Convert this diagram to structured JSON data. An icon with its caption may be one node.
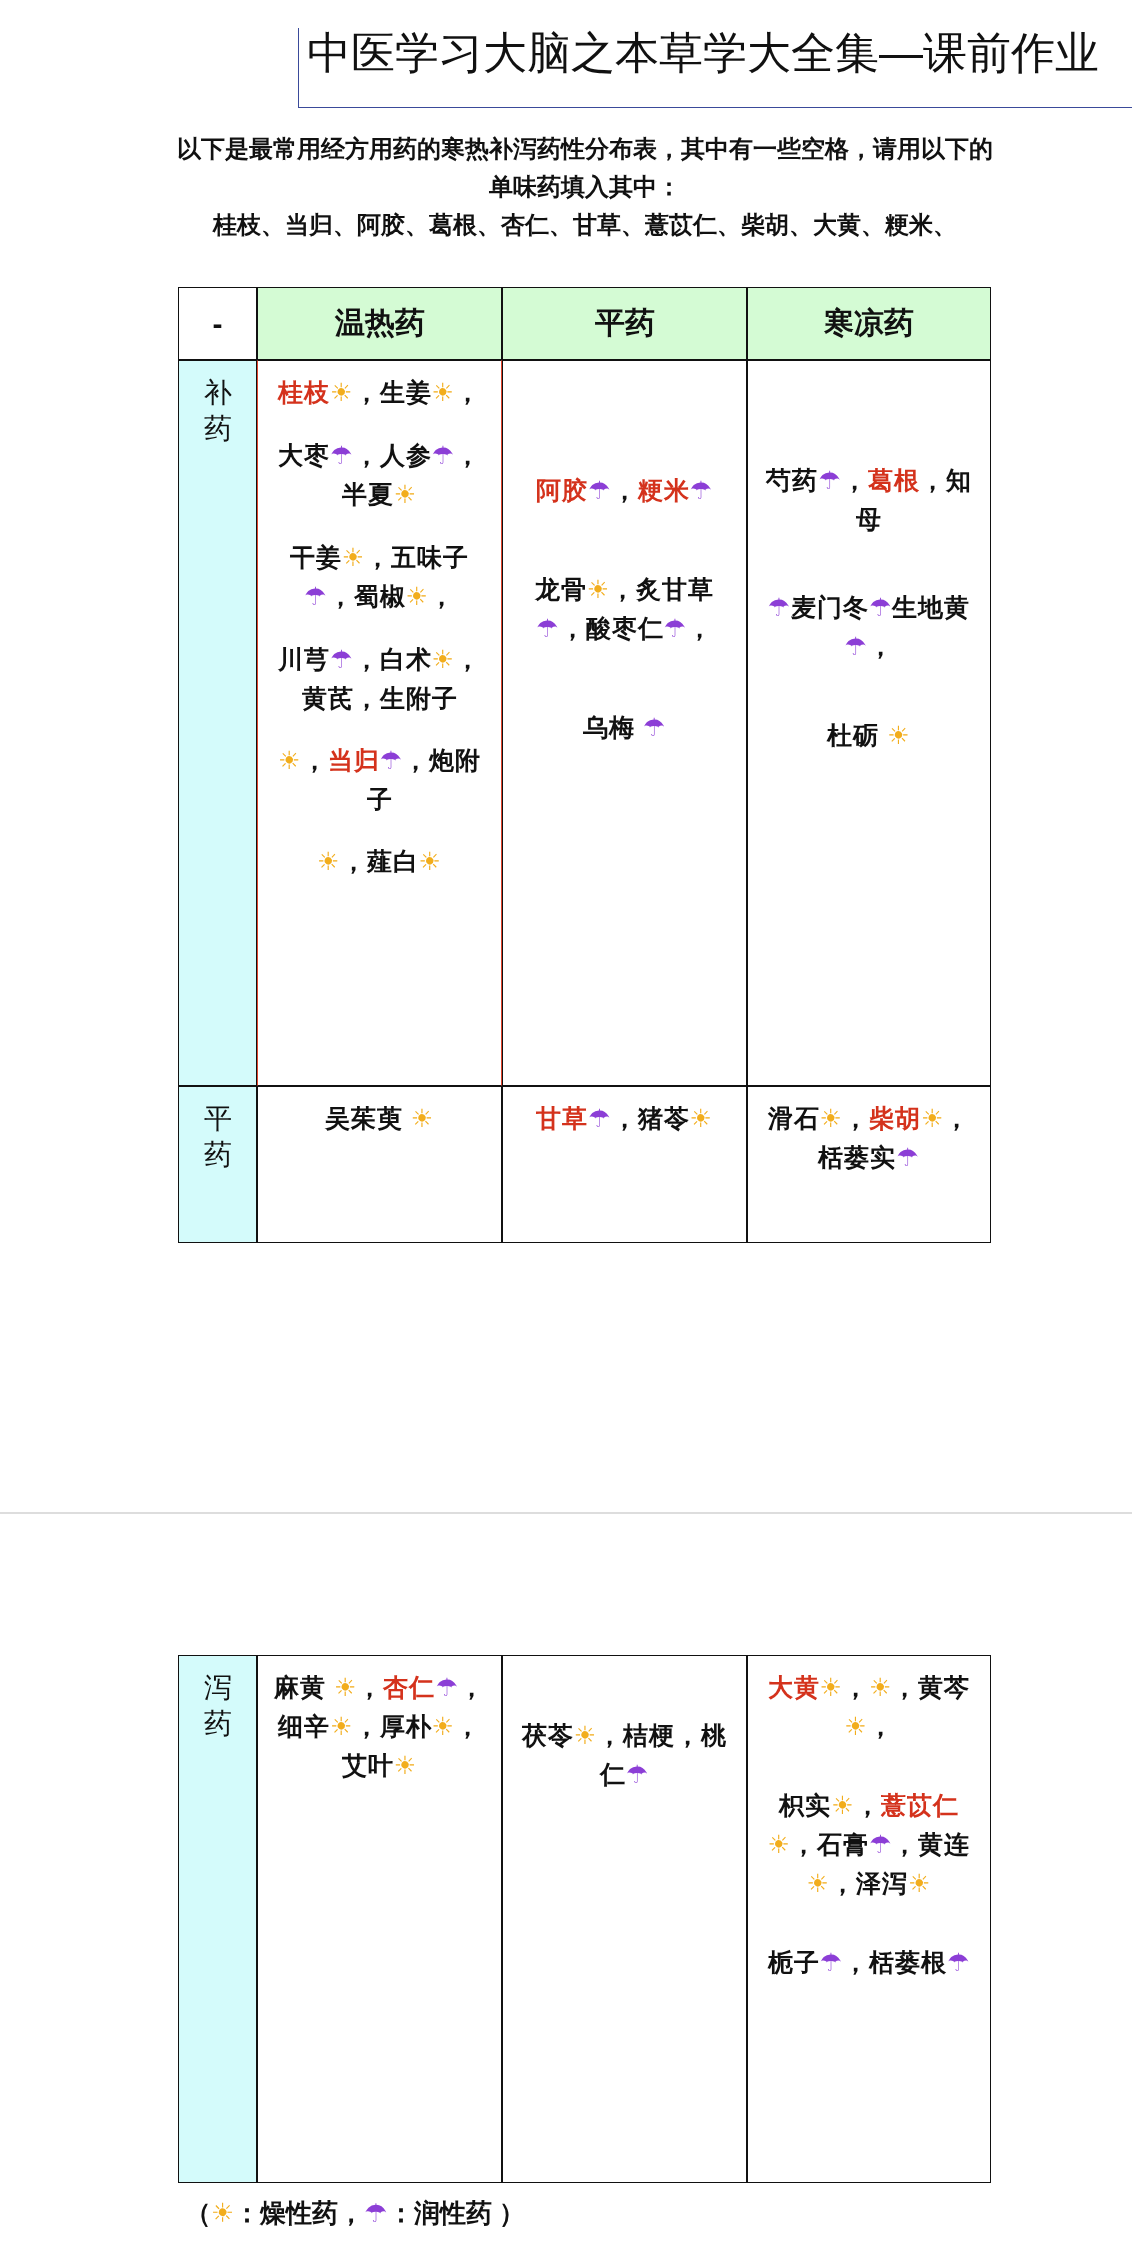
{
  "diagram": {
    "title": "中医学习大脑之本草学大全集—课前作业",
    "labels": [
      "以下是最常用经方用药的寒热补泻药性分布表，其中有一些空格，请用以下的单味药填入其中：",
      "桂枝、当归、阿胶、葛根、杏仁、甘草、薏苡仁、柴胡、大黄、粳米、",
      "-",
      "温热药",
      "平药",
      "寒凉药",
      "补药",
      "**桂枝**☀，生姜☀，",
      "大枣☂，人参☂，半夏☀",
      "干姜☀，五味子☂，蜀椒☀，",
      "川芎☂，白术☀，黄芪，生附子",
      "☀，**当归**☂，炮附子",
      "☀，薤白☀",
      "**阿胶**☂，**粳米**☂",
      "龙骨☀，炙甘草☂，酸枣仁☂，",
      "乌梅 ☂",
      "芍药☂，**葛根**，知母",
      "☂麦门冬☂生地黄☂，",
      "杜砺 ☀",
      "平药",
      "吴茱萸 ☀",
      "**甘草**☂，猪苓☀",
      "滑石☀，**柴胡**☀，栝蒌实☂",
      "泻药",
      "麻黄 ☀，**杏仁**☂，细辛☀，厚朴☀，艾叶☀",
      "茯苓☀，桔梗，桃仁☂",
      "**大黄**☀，☀，黄芩☀，",
      "枳实☀，**薏苡仁**☀，石膏☂，黄连☀，泽泻☀",
      "栀子☂，栝蒌根☂",
      "（☀：燥性药，☂：润性药 ）"
    ]
  }
}
